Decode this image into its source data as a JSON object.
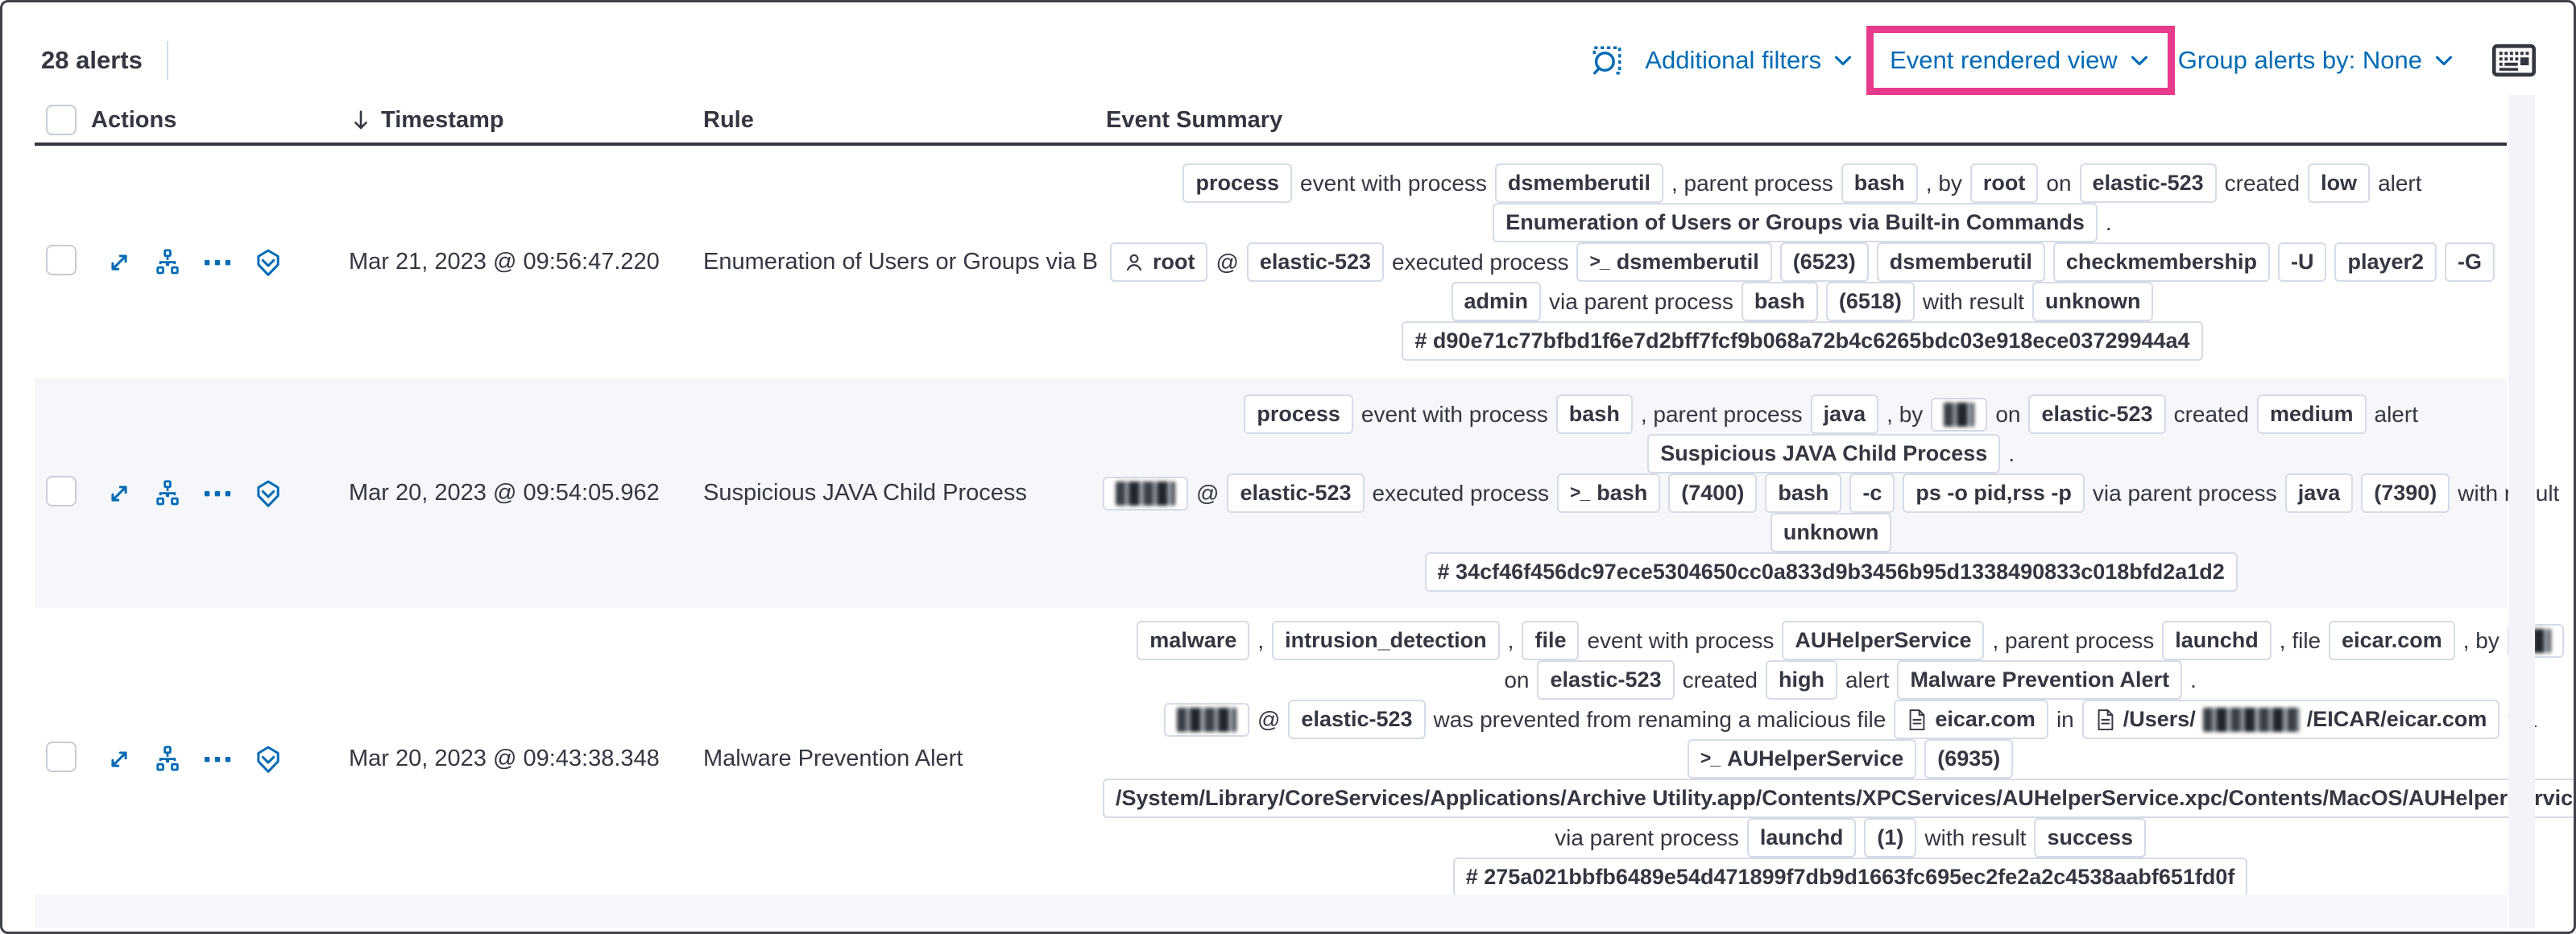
{
  "colors": {
    "accent_blue": "#006BB4",
    "highlight_pink": "#E73A8B",
    "text": "#343741",
    "badge_border": "#D5DBE6",
    "row_stripe": "#F5F7FA"
  },
  "toolbar": {
    "alert_count": "28 alerts",
    "inspect_icon": "inspect-icon",
    "additional_filters_label": "Additional filters",
    "view_selector_label": "Event rendered view",
    "group_alerts_label": "Group alerts by: None",
    "keyboard_icon": "keyboard-shortcuts-icon"
  },
  "table": {
    "columns": [
      {
        "label": "Actions"
      },
      {
        "label": "Timestamp",
        "sorted": "desc"
      },
      {
        "label": "Rule"
      },
      {
        "label": "Event Summary"
      }
    ],
    "action_icons": [
      "expand-alert",
      "analyze-event",
      "more-actions",
      "add-to-timeline"
    ]
  },
  "rows": [
    {
      "timestamp": "Mar 21, 2023 @ 09:56:47.220",
      "rule": "Enumeration of Users or Groups via Bui",
      "lines": [
        [
          {
            "type": "badge",
            "value": "process"
          },
          {
            "type": "text",
            "value": "event with process"
          },
          {
            "type": "badge",
            "value": "dsmemberutil"
          },
          {
            "type": "text",
            "value": ", parent process"
          },
          {
            "type": "badge",
            "value": "bash"
          },
          {
            "type": "text",
            "value": ", by"
          },
          {
            "type": "badge",
            "value": "root"
          },
          {
            "type": "text",
            "value": "on"
          },
          {
            "type": "badge",
            "value": "elastic-523"
          },
          {
            "type": "text",
            "value": "created"
          },
          {
            "type": "badge",
            "value": "low"
          },
          {
            "type": "text",
            "value": "alert"
          }
        ],
        [
          {
            "type": "badge",
            "value": "Enumeration of Users or Groups via Built-in Commands"
          },
          {
            "type": "text",
            "value": "."
          }
        ],
        [
          {
            "type": "badge",
            "icon": "user",
            "value": "root"
          },
          {
            "type": "text",
            "value": "@"
          },
          {
            "type": "badge",
            "value": "elastic-523"
          },
          {
            "type": "text",
            "value": "executed process"
          },
          {
            "type": "badge",
            "icon": "terminal",
            "value": "dsmemberutil"
          },
          {
            "type": "badge",
            "value": "(6523)"
          },
          {
            "type": "badge",
            "value": "dsmemberutil"
          },
          {
            "type": "badge",
            "value": "checkmembership"
          },
          {
            "type": "badge",
            "value": "-U"
          },
          {
            "type": "badge",
            "value": "player2"
          },
          {
            "type": "badge",
            "value": "-G"
          }
        ],
        [
          {
            "type": "badge",
            "value": "admin"
          },
          {
            "type": "text",
            "value": "via parent process"
          },
          {
            "type": "badge",
            "value": "bash"
          },
          {
            "type": "badge",
            "value": "(6518)"
          },
          {
            "type": "text",
            "value": "with result"
          },
          {
            "type": "badge",
            "value": "unknown"
          }
        ],
        [
          {
            "type": "badge",
            "value": "# d90e71c77bfbd1f6e7d2bff7fcf9b068a72b4c6265bdc03e918ece03729944a4"
          }
        ]
      ]
    },
    {
      "timestamp": "Mar 20, 2023 @ 09:54:05.962",
      "rule": "Suspicious JAVA Child Process",
      "lines": [
        [
          {
            "type": "badge",
            "value": "process"
          },
          {
            "type": "text",
            "value": "event with process"
          },
          {
            "type": "badge",
            "value": "bash"
          },
          {
            "type": "text",
            "value": ", parent process"
          },
          {
            "type": "badge",
            "value": "java"
          },
          {
            "type": "text",
            "value": ", by"
          },
          {
            "type": "badge",
            "redacted": "sm"
          },
          {
            "type": "text",
            "value": "on"
          },
          {
            "type": "badge",
            "value": "elastic-523"
          },
          {
            "type": "text",
            "value": "created"
          },
          {
            "type": "badge",
            "value": "medium"
          },
          {
            "type": "text",
            "value": "alert"
          }
        ],
        [
          {
            "type": "badge",
            "value": "Suspicious JAVA Child Process"
          },
          {
            "type": "text",
            "value": "."
          }
        ],
        [
          {
            "type": "badge",
            "redacted": "md"
          },
          {
            "type": "text",
            "value": "@"
          },
          {
            "type": "badge",
            "value": "elastic-523"
          },
          {
            "type": "text",
            "value": "executed process"
          },
          {
            "type": "badge",
            "icon": "terminal",
            "value": "bash"
          },
          {
            "type": "badge",
            "value": "(7400)"
          },
          {
            "type": "badge",
            "value": "bash"
          },
          {
            "type": "badge",
            "value": "-c"
          },
          {
            "type": "badge",
            "value": "ps -o pid,rss -p"
          },
          {
            "type": "text",
            "value": "via parent process"
          },
          {
            "type": "badge",
            "value": "java"
          },
          {
            "type": "badge",
            "value": "(7390)"
          },
          {
            "type": "text",
            "value": "with result"
          }
        ],
        [
          {
            "type": "badge",
            "value": "unknown"
          }
        ],
        [
          {
            "type": "badge",
            "value": "# 34cf46f456dc97ece5304650cc0a833d9b3456b95d1338490833c018bfd2a1d2"
          }
        ]
      ]
    },
    {
      "timestamp": "Mar 20, 2023 @ 09:43:38.348",
      "rule": "Malware Prevention Alert",
      "lines": [
        [
          {
            "type": "badge",
            "value": "malware"
          },
          {
            "type": "text",
            "value": ","
          },
          {
            "type": "badge",
            "value": "intrusion_detection"
          },
          {
            "type": "text",
            "value": ","
          },
          {
            "type": "badge",
            "value": "file"
          },
          {
            "type": "text",
            "value": "event with process"
          },
          {
            "type": "badge",
            "value": "AUHelperService"
          },
          {
            "type": "text",
            "value": ", parent process"
          },
          {
            "type": "badge",
            "value": "launchd"
          },
          {
            "type": "text",
            "value": ", file"
          },
          {
            "type": "badge",
            "value": "eicar.com"
          },
          {
            "type": "text",
            "value": ", by"
          },
          {
            "type": "badge",
            "redacted": "sm"
          }
        ],
        [
          {
            "type": "text",
            "value": "on"
          },
          {
            "type": "badge",
            "value": "elastic-523"
          },
          {
            "type": "text",
            "value": "created"
          },
          {
            "type": "badge",
            "value": "high"
          },
          {
            "type": "text",
            "value": "alert"
          },
          {
            "type": "badge",
            "value": "Malware Prevention Alert"
          },
          {
            "type": "text",
            "value": "."
          }
        ],
        [
          {
            "type": "badge",
            "redacted": "md"
          },
          {
            "type": "text",
            "value": "@"
          },
          {
            "type": "badge",
            "value": "elastic-523"
          },
          {
            "type": "text",
            "value": "was prevented from renaming a malicious file"
          },
          {
            "type": "badge",
            "icon": "file",
            "value": "eicar.com"
          },
          {
            "type": "text",
            "value": "in"
          },
          {
            "type": "badge",
            "icon": "file",
            "segments": [
              {
                "type": "text",
                "value": "/Users/"
              },
              {
                "type": "redacted",
                "size": "lg"
              },
              {
                "type": "text",
                "value": "/EICAR/eicar.com"
              }
            ]
          },
          {
            "type": "text",
            "value": "via"
          }
        ],
        [
          {
            "type": "badge",
            "icon": "terminal",
            "value": "AUHelperService"
          },
          {
            "type": "badge",
            "value": "(6935)"
          }
        ],
        [
          {
            "type": "badge",
            "value": "/System/Library/CoreServices/Applications/Archive Utility.app/Contents/XPCServices/AUHelperService.xpc/Contents/MacOS/AUHelperService"
          }
        ],
        [
          {
            "type": "text",
            "value": "via parent process"
          },
          {
            "type": "badge",
            "value": "launchd"
          },
          {
            "type": "badge",
            "value": "(1)"
          },
          {
            "type": "text",
            "value": "with result"
          },
          {
            "type": "badge",
            "value": "success"
          }
        ],
        [
          {
            "type": "badge",
            "value": "# 275a021bbfb6489e54d471899f7db9d1663fc695ec2fe2a2c4538aabf651fd0f"
          }
        ]
      ]
    }
  ]
}
